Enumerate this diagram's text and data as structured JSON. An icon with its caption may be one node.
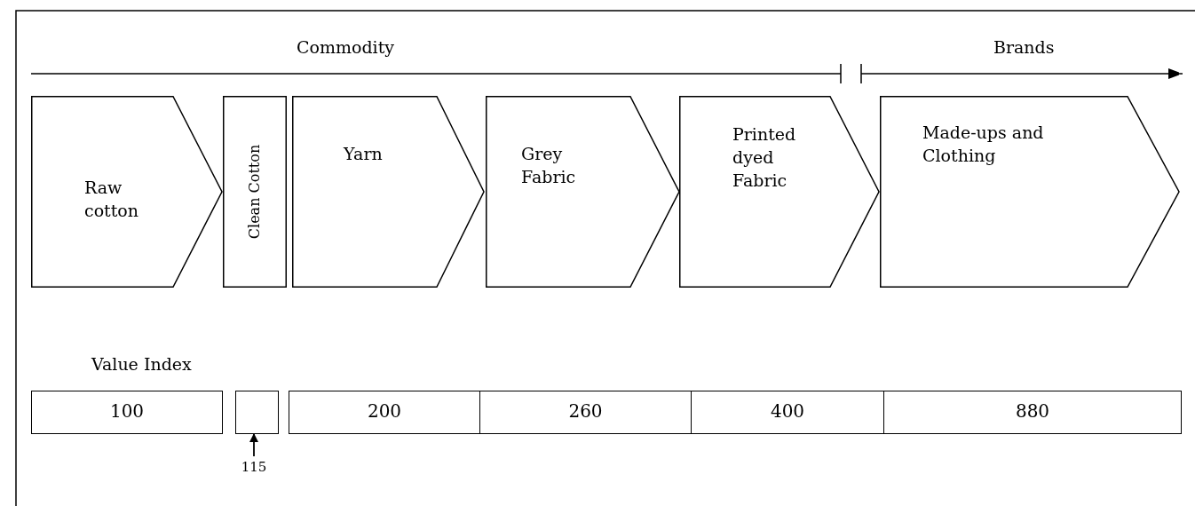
{
  "diagram": {
    "nodes": [
      {
        "text": [
          "Raw cotton"
        ]
      },
      {
        "text": [
          "Clean Cotton"
        ]
      },
      {
        "text": [
          "Yarn"
        ]
      },
      {
        "text": [
          "Grey Fabric"
        ]
      },
      {
        "text": [
          "Printed dyed Fabric"
        ]
      },
      {
        "text": [
          "Made-ups and Clothing"
        ]
      },
      {
        "text": [
          "100"
        ]
      },
      {
        "text": [],
        "shape": "box"
      },
      {
        "text": [
          "200"
        ]
      },
      {
        "text": [
          "260"
        ]
      },
      {
        "text": [
          "400"
        ]
      },
      {
        "text": [
          "880"
        ]
      },
      {
        "text": [
          "115"
        ]
      }
    ],
    "edges": [
      {
        "from": 12,
        "to": 7,
        "arrow": "to"
      }
    ],
    "labels": [
      "Commodity",
      "Brands",
      "Value Index"
    ]
  }
}
